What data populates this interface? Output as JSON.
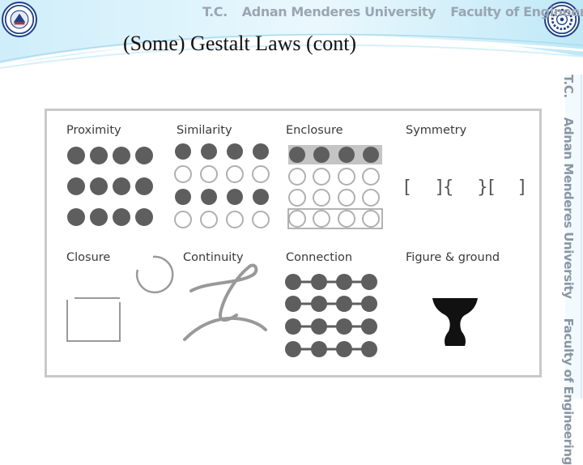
{
  "header": {
    "institution": "T.C.",
    "university": "Adnan Menderes University",
    "faculty": "Faculty of Engineering"
  },
  "slide": {
    "title": "(Some) Gestalt Laws (cont)"
  },
  "figure": {
    "labels": {
      "proximity": "Proximity",
      "similarity": "Similarity",
      "enclosure": "Enclosure",
      "symmetry": "Symmetry",
      "closure": "Closure",
      "continuity": "Continuity",
      "connection": "Connection",
      "figure_ground": "Figure & ground"
    },
    "symmetry_glyphs": [
      "[",
      "]{",
      "}[",
      "]"
    ]
  },
  "colors": {
    "dot_fill": "#5e5e5e",
    "dot_outline": "#b0b0b0",
    "enclosure_band": "#c4c4c4",
    "header_text": "#9aa6b2",
    "logo_blue": "#1f3f87"
  }
}
